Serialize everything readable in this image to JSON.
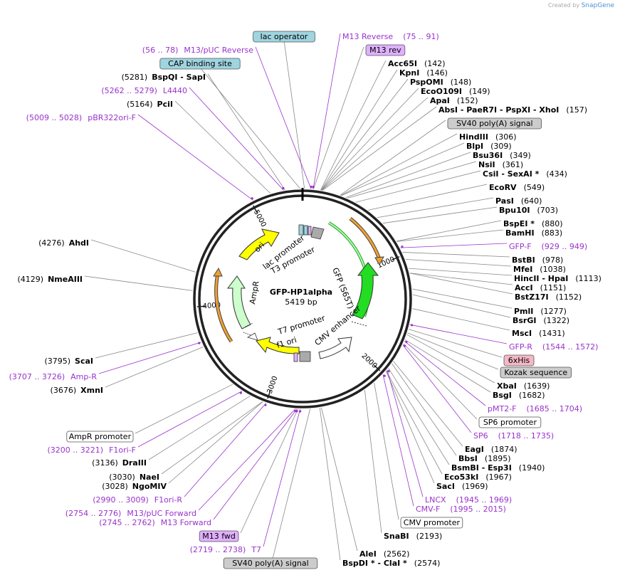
{
  "credit": {
    "prefix": "Created by",
    "brand": "SnapGene"
  },
  "plasmid": {
    "name": "GFP-HP1alpha",
    "size_label": "5419 bp",
    "length": 5419
  },
  "ticks": [
    {
      "bp": 1000,
      "label": "1000"
    },
    {
      "bp": 2000,
      "label": "2000"
    },
    {
      "bp": 3000,
      "label": "3000"
    },
    {
      "bp": 4000,
      "label": "4000"
    },
    {
      "bp": 5000,
      "label": "5000"
    }
  ],
  "colors": {
    "ring": "#222222",
    "leader_enzyme": "#888888",
    "leader_primer": "#9933cc",
    "primer_text": "#9933cc",
    "ori": "#ffff00",
    "gfp": "#33dd33",
    "gfp_light": "#aaffaa",
    "ampr": "#ccffcc",
    "cmv": "#ffffff",
    "orange": "#f0a030",
    "feature_blue": "#9fd4e0",
    "feature_purple": "#e0b0ff",
    "feature_gray": "#cccccc",
    "feature_pink": "#f4b8c8",
    "feature_white": "#ffffff"
  },
  "features_inner": [
    {
      "name": "ori",
      "label": "ori"
    },
    {
      "name": "lac-promoter",
      "label": "lac promoter"
    },
    {
      "name": "t3-promoter",
      "label": "T3 promoter"
    },
    {
      "name": "gfp",
      "label": "GFP (S65T)"
    },
    {
      "name": "ampr",
      "label": "AmpR"
    },
    {
      "name": "t7-promoter",
      "label": "T7 promoter"
    },
    {
      "name": "f1-ori",
      "label": "f1 ori"
    },
    {
      "name": "cmv-enhancer",
      "label": "CMV enhancer"
    }
  ],
  "labels": [
    {
      "id": "lac-operator",
      "kind": "feature",
      "style": "blue",
      "text": "lac operator",
      "bp": 15
    },
    {
      "id": "m13-reverse",
      "kind": "primer",
      "name": "M13 Reverse",
      "range": "(75 .. 91)",
      "bp": 83
    },
    {
      "id": "m13-rev",
      "kind": "feature",
      "style": "purple",
      "text": "M13 rev",
      "bp": 85
    },
    {
      "id": "m13-puc-reverse",
      "kind": "primer",
      "name": "M13/pUC Reverse",
      "range": "(56 .. 78)",
      "bp": 67,
      "side": "left"
    },
    {
      "id": "cap-binding-site",
      "kind": "feature",
      "style": "blue",
      "text": "CAP binding site",
      "bp": 5400,
      "side": "left"
    },
    {
      "id": "acc65i",
      "kind": "enzyme",
      "name": "Acc65I",
      "pos": "(142)",
      "bp": 142
    },
    {
      "id": "kpni",
      "kind": "enzyme",
      "name": "KpnI",
      "pos": "(146)",
      "bp": 146
    },
    {
      "id": "psp0mi",
      "kind": "enzyme",
      "name": "PspOMI",
      "pos": "(148)",
      "bp": 148
    },
    {
      "id": "eco0109i",
      "kind": "enzyme",
      "name": "EcoO109I",
      "pos": "(149)",
      "bp": 149
    },
    {
      "id": "apai",
      "kind": "enzyme",
      "name": "ApaI",
      "pos": "(152)",
      "bp": 152
    },
    {
      "id": "absi",
      "kind": "enzyme",
      "name": "AbsI",
      "extra": "  -  PaeR7I  -  PspXI  -  XhoI",
      "pos": "(157)",
      "bp": 157
    },
    {
      "id": "sv40-polya-top",
      "kind": "feature",
      "style": "gray",
      "text": "SV40 poly(A) signal",
      "bp": 300
    },
    {
      "id": "hindiii",
      "kind": "enzyme",
      "name": "HindIII",
      "pos": "(306)",
      "bp": 306
    },
    {
      "id": "blpi",
      "kind": "enzyme",
      "name": "BlpI",
      "pos": "(309)",
      "bp": 309
    },
    {
      "id": "bsu36i",
      "kind": "enzyme",
      "name": "Bsu36I",
      "pos": "(349)",
      "bp": 349
    },
    {
      "id": "nsii",
      "kind": "enzyme",
      "name": "NsiI",
      "pos": "(361)",
      "bp": 361
    },
    {
      "id": "csii",
      "kind": "enzyme",
      "name": "CsiI",
      "extra": "  -  SexAI *",
      "pos": "(434)",
      "bp": 434
    },
    {
      "id": "ecorv",
      "kind": "enzyme",
      "name": "EcoRV",
      "pos": "(549)",
      "bp": 549
    },
    {
      "id": "pasi",
      "kind": "enzyme",
      "name": "PasI",
      "pos": "(640)",
      "bp": 640
    },
    {
      "id": "bpu10i",
      "kind": "enzyme",
      "name": "Bpu10I",
      "pos": "(703)",
      "bp": 703
    },
    {
      "id": "bspei",
      "kind": "enzyme",
      "name": "BspEI *",
      "pos": "(880)",
      "bp": 880
    },
    {
      "id": "bamhi",
      "kind": "enzyme",
      "name": "BamHI",
      "pos": "(883)",
      "bp": 883
    },
    {
      "id": "gfp-f",
      "kind": "primer",
      "name": "GFP-F",
      "range": "(929 .. 949)",
      "bp": 939
    },
    {
      "id": "bstbi",
      "kind": "enzyme",
      "name": "BstBI",
      "pos": "(978)",
      "bp": 978
    },
    {
      "id": "mfei",
      "kind": "enzyme",
      "name": "MfeI",
      "pos": "(1038)",
      "bp": 1038
    },
    {
      "id": "hincii",
      "kind": "enzyme",
      "name": "HincII",
      "extra": "  -  HpaI",
      "pos": "(1113)",
      "bp": 1113
    },
    {
      "id": "acci",
      "kind": "enzyme",
      "name": "AccI",
      "pos": "(1151)",
      "bp": 1151
    },
    {
      "id": "bstz17i",
      "kind": "enzyme",
      "name": "BstZ17I",
      "pos": "(1152)",
      "bp": 1152
    },
    {
      "id": "pmli",
      "kind": "enzyme",
      "name": "PmlI",
      "pos": "(1277)",
      "bp": 1277
    },
    {
      "id": "bsrgi",
      "kind": "enzyme",
      "name": "BsrGI",
      "pos": "(1322)",
      "bp": 1322
    },
    {
      "id": "msci",
      "kind": "enzyme",
      "name": "MscI",
      "pos": "(1431)",
      "bp": 1431
    },
    {
      "id": "gfp-r",
      "kind": "primer",
      "name": "GFP-R",
      "range": "(1544 .. 1572)",
      "bp": 1558
    },
    {
      "id": "6xhis",
      "kind": "feature",
      "style": "pink",
      "text": "6xHis",
      "bp": 1595
    },
    {
      "id": "kozak",
      "kind": "feature",
      "style": "gray",
      "text": "Kozak sequence",
      "bp": 1625
    },
    {
      "id": "xbai",
      "kind": "enzyme",
      "name": "XbaI",
      "pos": "(1639)",
      "bp": 1639
    },
    {
      "id": "bsgi",
      "kind": "enzyme",
      "name": "BsgI",
      "pos": "(1682)",
      "bp": 1682
    },
    {
      "id": "pmt2-f",
      "kind": "primer",
      "name": "pMT2-F",
      "range": "(1685 .. 1704)",
      "bp": 1694
    },
    {
      "id": "sp6-promoter",
      "kind": "feature",
      "style": "white",
      "text": "SP6 promoter",
      "bp": 1715
    },
    {
      "id": "sp6",
      "kind": "primer",
      "name": "SP6",
      "range": "(1718 .. 1735)",
      "bp": 1726
    },
    {
      "id": "eagi",
      "kind": "enzyme",
      "name": "EagI",
      "pos": "(1874)",
      "bp": 1874
    },
    {
      "id": "bbsi",
      "kind": "enzyme",
      "name": "BbsI",
      "pos": "(1895)",
      "bp": 1895
    },
    {
      "id": "bsmbi",
      "kind": "enzyme",
      "name": "BsmBI",
      "extra": "  -  Esp3I",
      "pos": "(1940)",
      "bp": 1940
    },
    {
      "id": "eco53ki",
      "kind": "enzyme",
      "name": "Eco53kI",
      "pos": "(1967)",
      "bp": 1967
    },
    {
      "id": "saci",
      "kind": "enzyme",
      "name": "SacI",
      "pos": "(1969)",
      "bp": 1969
    },
    {
      "id": "lncx",
      "kind": "primer",
      "name": "LNCX",
      "range": "(1945 .. 1969)",
      "bp": 1957
    },
    {
      "id": "cmv-f",
      "kind": "primer",
      "name": "CMV-F",
      "range": "(1995 .. 2015)",
      "bp": 2005
    },
    {
      "id": "cmv-promoter",
      "kind": "feature",
      "style": "white",
      "text": "CMV promoter",
      "bp": 2100
    },
    {
      "id": "snabi",
      "kind": "enzyme",
      "name": "SnaBI",
      "pos": "(2193)",
      "bp": 2193
    },
    {
      "id": "alei",
      "kind": "enzyme",
      "name": "AleI",
      "pos": "(2562)",
      "bp": 2562
    },
    {
      "id": "bspdi",
      "kind": "enzyme",
      "name": "BspDI *",
      "extra": "  -  ClaI *",
      "pos": "(2574)",
      "bp": 2574
    },
    {
      "id": "sv40-polya-bottom",
      "kind": "feature",
      "style": "gray",
      "text": "SV40 poly(A) signal",
      "bp": 2650
    },
    {
      "id": "t7",
      "kind": "primer",
      "name": "T7",
      "range": "(2719 .. 2738)",
      "bp": 2728,
      "side": "left"
    },
    {
      "id": "m13-fwd",
      "kind": "feature",
      "style": "purple",
      "text": "M13 fwd",
      "bp": 2745,
      "side": "left"
    },
    {
      "id": "m13-forward",
      "kind": "primer",
      "name": "M13 Forward",
      "range": "(2745 .. 2762)",
      "bp": 2753,
      "side": "left"
    },
    {
      "id": "m13-puc-forward",
      "kind": "primer",
      "name": "M13/pUC Forward",
      "range": "(2754 .. 2776)",
      "bp": 2765,
      "side": "left"
    },
    {
      "id": "f1ori-r",
      "kind": "primer",
      "name": "F1ori-R",
      "range": "(2990 .. 3009)",
      "bp": 2999,
      "side": "left"
    },
    {
      "id": "ngomiv",
      "kind": "enzyme",
      "name": "NgoMIV",
      "pos": "(3028)",
      "bp": 3028,
      "side": "left"
    },
    {
      "id": "naei",
      "kind": "enzyme",
      "name": "NaeI",
      "pos": "(3030)",
      "bp": 3030,
      "side": "left"
    },
    {
      "id": "draiii",
      "kind": "enzyme",
      "name": "DraIII",
      "pos": "(3136)",
      "bp": 3136,
      "side": "left"
    },
    {
      "id": "f1ori-f",
      "kind": "primer",
      "name": "F1ori-F",
      "range": "(3200 .. 3221)",
      "bp": 3210,
      "side": "left"
    },
    {
      "id": "ampr-promoter",
      "kind": "feature",
      "style": "white",
      "text": "AmpR promoter",
      "bp": 3300,
      "side": "left"
    },
    {
      "id": "xmni",
      "kind": "enzyme",
      "name": "XmnI",
      "pos": "(3676)",
      "bp": 3676,
      "side": "left"
    },
    {
      "id": "amp-r",
      "kind": "primer",
      "name": "Amp-R",
      "range": "(3707 .. 3726)",
      "bp": 3716,
      "side": "left"
    },
    {
      "id": "scai",
      "kind": "enzyme",
      "name": "ScaI",
      "pos": "(3795)",
      "bp": 3795,
      "side": "left"
    },
    {
      "id": "nmeaiii",
      "kind": "enzyme",
      "name": "NmeAIII",
      "pos": "(4129)",
      "bp": 4129,
      "side": "left"
    },
    {
      "id": "ahdi",
      "kind": "enzyme",
      "name": "AhdI",
      "pos": "(4276)",
      "bp": 4276,
      "side": "left"
    },
    {
      "id": "pbr322ori-f",
      "kind": "primer",
      "name": "pBR322ori-F",
      "range": "(5009 .. 5028)",
      "bp": 5018,
      "side": "left"
    },
    {
      "id": "pcii",
      "kind": "enzyme",
      "name": "PciI",
      "pos": "(5164)",
      "bp": 5164,
      "side": "left"
    },
    {
      "id": "l4440",
      "kind": "primer",
      "name": "L4440",
      "range": "(5262 .. 5279)",
      "bp": 5270,
      "side": "left"
    },
    {
      "id": "bspqi",
      "kind": "enzyme",
      "name": "BspQI",
      "extra": "  -  SapI",
      "pos": "(5281)",
      "bp": 5281,
      "side": "left"
    }
  ]
}
